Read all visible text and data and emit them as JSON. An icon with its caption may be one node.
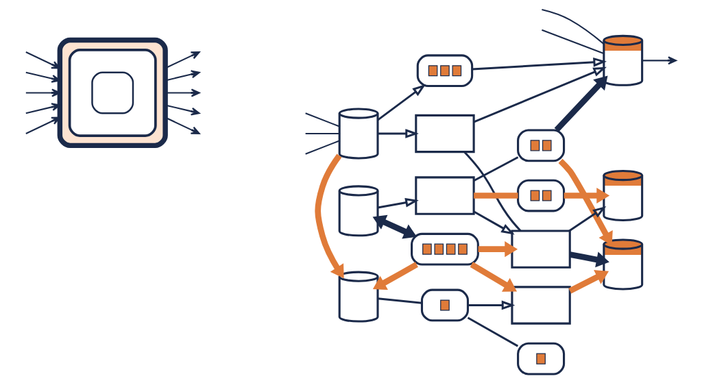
{
  "diagram": {
    "nodes": [
      {
        "text": [],
        "shape": "chip"
      },
      {
        "text": [],
        "shape": "cylinder"
      },
      {
        "text": [],
        "shape": "tube"
      },
      {
        "text": [],
        "shape": "cylinder"
      },
      {
        "text": [],
        "shape": "tube"
      },
      {
        "text": [],
        "shape": "box"
      },
      {
        "text": [],
        "shape": "tube"
      },
      {
        "text": [],
        "shape": "cylinder"
      },
      {
        "text": [],
        "shape": "tube"
      },
      {
        "text": [],
        "shape": "box"
      },
      {
        "text": [],
        "shape": "cylinder"
      },
      {
        "text": [],
        "shape": "tube"
      },
      {
        "text": [],
        "shape": "box"
      },
      {
        "text": [],
        "shape": "box"
      },
      {
        "text": [],
        "shape": "cylinder"
      },
      {
        "text": [],
        "shape": "tube"
      },
      {
        "text": [],
        "shape": "cylinder"
      }
    ],
    "edges": [
      {
        "from": 0,
        "to": null,
        "arrow": "to"
      },
      {
        "from": 0,
        "to": null,
        "arrow": "to"
      },
      {
        "from": null,
        "to": 0,
        "arrow": "to"
      },
      {
        "from": null,
        "to": 0,
        "arrow": "to"
      },
      {
        "from": 0,
        "to": null,
        "arrow": "to"
      },
      {
        "from": 0,
        "to": null,
        "arrow": "to"
      },
      {
        "from": null,
        "to": 0,
        "arrow": "to"
      },
      {
        "from": null,
        "to": 0,
        "arrow": "to"
      },
      {
        "from": 0,
        "to": null,
        "arrow": "to"
      },
      {
        "from": null,
        "to": 0,
        "arrow": "to"
      },
      {
        "from": null,
        "to": 1,
        "arrow": "none"
      },
      {
        "from": null,
        "to": 1,
        "arrow": "none"
      },
      {
        "from": null,
        "to": 1,
        "arrow": "none"
      },
      {
        "from": 1,
        "to": 2,
        "arrow": "to"
      },
      {
        "from": 2,
        "to": 3,
        "arrow": "to"
      },
      {
        "from": null,
        "to": 3,
        "arrow": "none"
      },
      {
        "from": null,
        "to": 3,
        "arrow": "none"
      },
      {
        "from": 3,
        "to": null,
        "arrow": "to"
      },
      {
        "from": 1,
        "to": 5,
        "arrow": "to"
      },
      {
        "from": 1,
        "to": 7,
        "arrow": "to",
        "style": "thick",
        "color": "#e07b39"
      },
      {
        "from": 5,
        "to": 3,
        "arrow": "to"
      },
      {
        "from": 6,
        "to": 3,
        "arrow": "to",
        "style": "thick"
      },
      {
        "from": 6,
        "to": 10,
        "arrow": "to",
        "style": "thick",
        "color": "#e07b39"
      },
      {
        "from": 7,
        "to": 8,
        "arrow": "none"
      },
      {
        "from": 8,
        "to": 4,
        "arrow": "none"
      },
      {
        "from": 8,
        "to": 9,
        "arrow": "to"
      },
      {
        "from": 11,
        "to": 9,
        "arrow": "to",
        "style": "thick",
        "color": "#e07b39"
      },
      {
        "from": 9,
        "to": 10,
        "arrow": "to",
        "style": "thick",
        "color": "#e07b39"
      },
      {
        "from": 11,
        "to": 7,
        "arrow": "to",
        "style": "thick",
        "color": "#e07b39"
      },
      {
        "from": 14,
        "to": 11,
        "arrow": "both",
        "style": "thick"
      },
      {
        "from": 11,
        "to": 12,
        "arrow": "to",
        "style": "thick",
        "color": "#e07b39"
      },
      {
        "from": 12,
        "to": 10,
        "arrow": "to",
        "style": "thick"
      },
      {
        "from": 12,
        "to": 16,
        "arrow": "to"
      },
      {
        "from": 13,
        "to": 12,
        "arrow": "to"
      },
      {
        "from": 13,
        "to": 15,
        "arrow": "none",
        "style": "thick",
        "color": "#e07b39"
      },
      {
        "from": 14,
        "to": 13,
        "arrow": "to"
      },
      {
        "from": 15,
        "to": 16,
        "arrow": "to",
        "style": "thick",
        "color": "#e07b39"
      },
      {
        "from": 5,
        "to": 12,
        "arrow": "none"
      },
      {
        "from": 13,
        "to": 6,
        "arrow": "none"
      }
    ]
  }
}
